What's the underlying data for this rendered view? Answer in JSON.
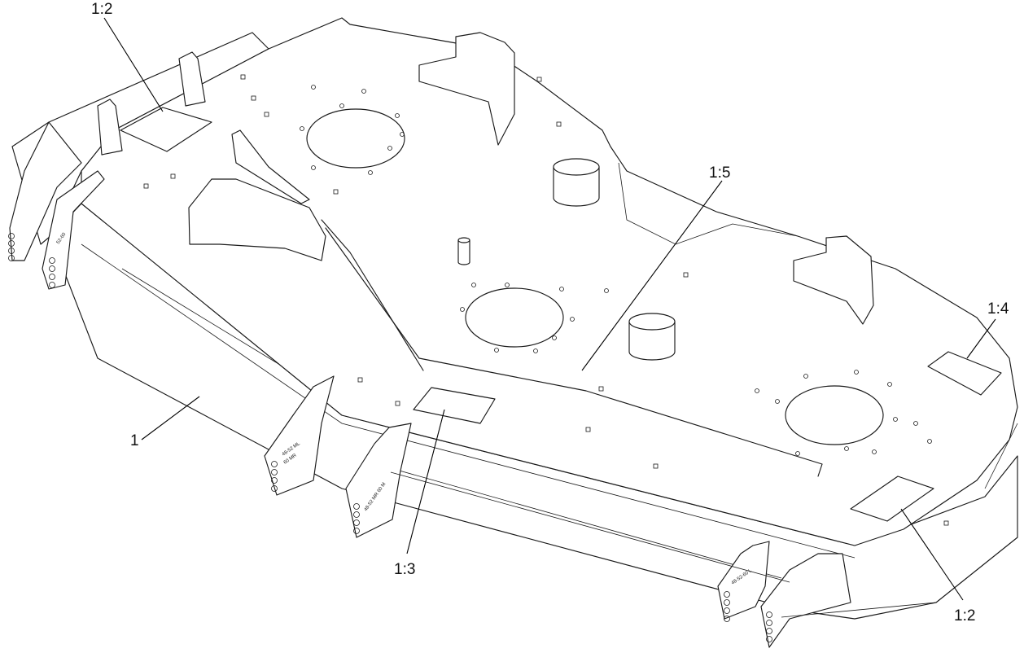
{
  "callouts": {
    "top_left_decal": "1:2",
    "right_lower_decal": "1:2",
    "center_decal": "1:3",
    "right_decal": "1:4",
    "deck_edge": "1:5",
    "deck_assembly": "1"
  },
  "stamps": {
    "left_bracket_rear": "52-60",
    "front_bracket_left": "48-52 ML",
    "front_bracket_left_2": "60 MR",
    "front_bracket_center": "48-52 MR 60 M",
    "front_bracket_right": "48-52-60 L"
  }
}
